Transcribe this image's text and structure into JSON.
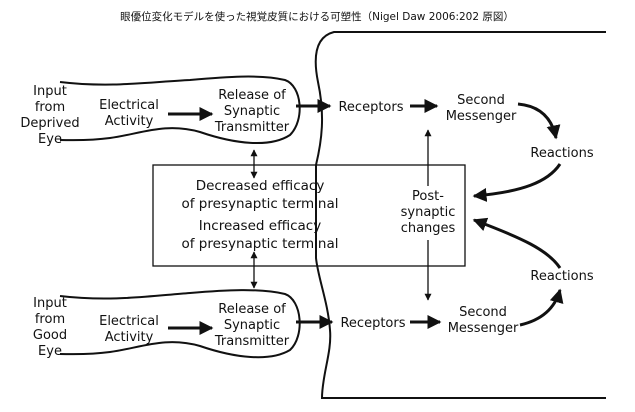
{
  "title": "眼優位変化モデルを使った視覚皮質における可塑性（Nigel Daw 2006:202 原図）",
  "top_pathway": {
    "input": [
      "Input",
      "from",
      "Deprived",
      "Eye"
    ],
    "electrical": [
      "Electrical",
      "Activity"
    ],
    "release": [
      "Release of",
      "Synaptic",
      "Transmitter"
    ],
    "receptors": "Receptors",
    "messenger": [
      "Second",
      "Messenger"
    ],
    "reactions": "Reactions"
  },
  "bottom_pathway": {
    "input": [
      "Input",
      "from",
      "Good",
      "Eye"
    ],
    "electrical": [
      "Electrical",
      "Activity"
    ],
    "release": [
      "Release of",
      "Synaptic",
      "Transmitter"
    ],
    "receptors": "Receptors",
    "messenger": [
      "Second",
      "Messenger"
    ],
    "reactions": "Reactions"
  },
  "center_box": {
    "decreased": [
      "Decreased  efficacy",
      "of  presynaptic  terminal"
    ],
    "increased": [
      "Increased  efficacy",
      "of  presynaptic  terminal"
    ],
    "postsynaptic": [
      "Post-",
      "synaptic",
      "changes"
    ]
  }
}
